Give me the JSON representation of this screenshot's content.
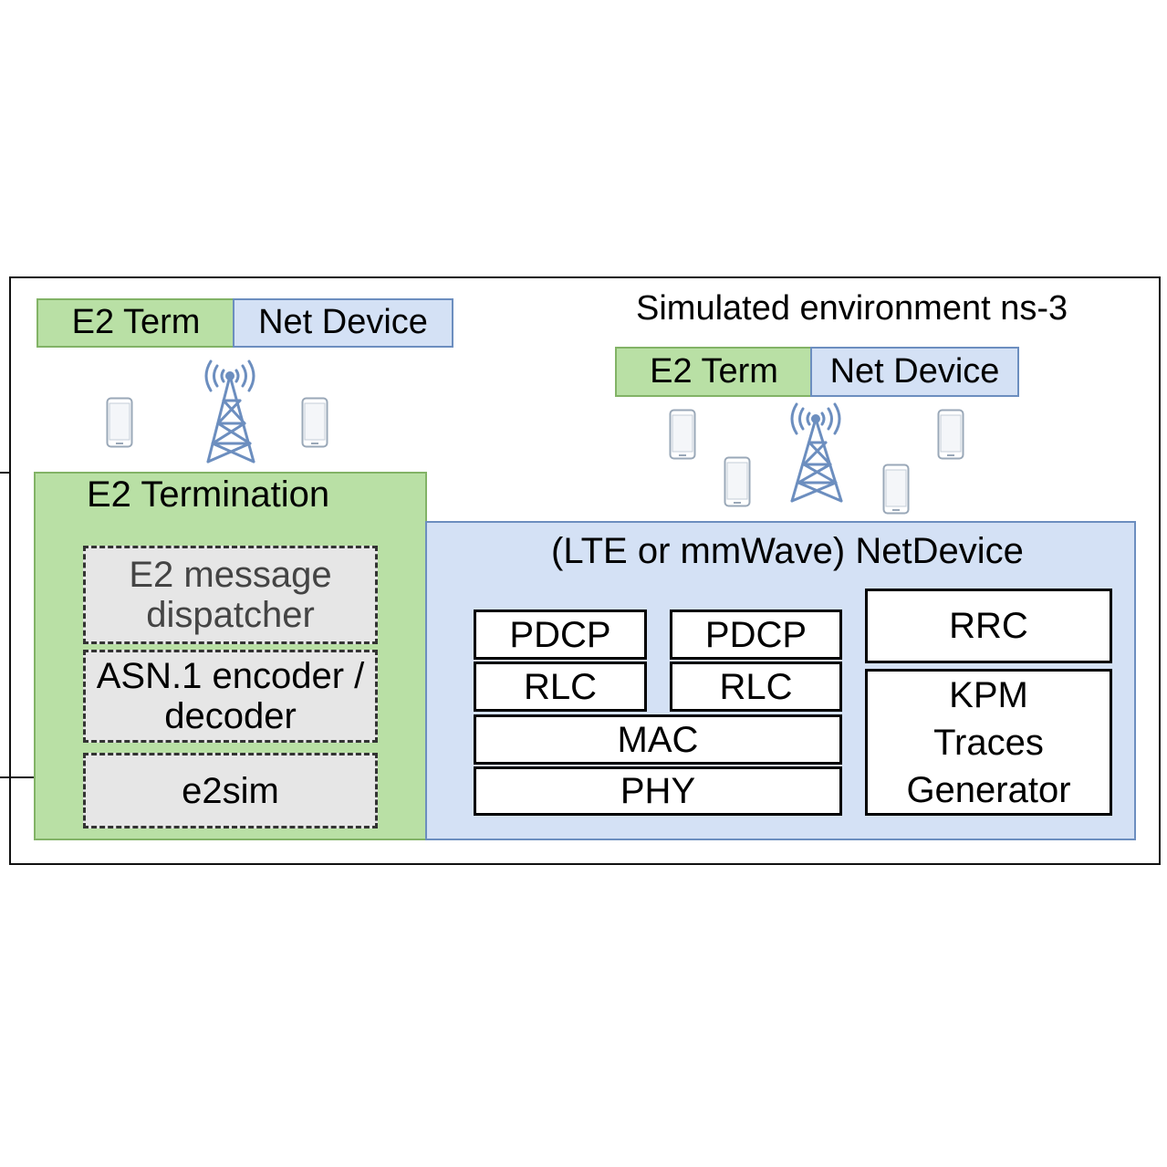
{
  "env_label": "Simulated environment ns-3",
  "left_node": {
    "e2_term": "E2 Term",
    "net_device": "Net Device"
  },
  "right_node": {
    "e2_term": "E2 Term",
    "net_device": "Net Device"
  },
  "e2_termination": {
    "title": "E2 Termination",
    "dispatcher": "E2 message dispatcher",
    "asn1": "ASN.1 encoder / decoder",
    "e2sim": "e2sim"
  },
  "netdevice": {
    "title": "(LTE or mmWave) NetDevice",
    "pdcp_1": "PDCP",
    "pdcp_2": "PDCP",
    "rlc_1": "RLC",
    "rlc_2": "RLC",
    "mac": "MAC",
    "phy": "PHY",
    "rrc": "RRC",
    "kpm": "KPM Traces Generator"
  },
  "icons": [
    "cell-tower-icon",
    "smartphone-icon"
  ],
  "colors": {
    "green_fill": "#b9e0a5",
    "green_border": "#82b366",
    "blue_fill": "#d4e1f5",
    "blue_border": "#6c8ebf",
    "dashed_fill": "#e6e6e6"
  }
}
